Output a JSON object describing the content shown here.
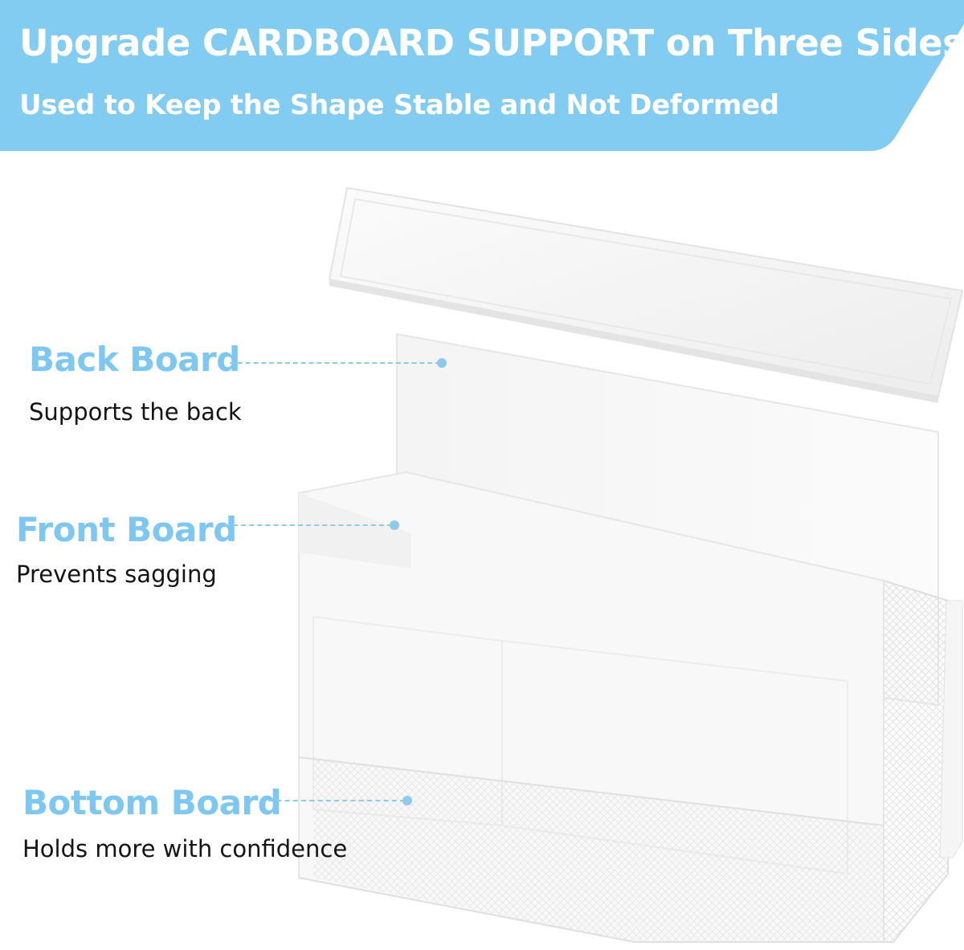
{
  "banner": {
    "headline": "Upgrade CARDBOARD SUPPORT on Three Sides",
    "subline": "Used to Keep the Shape Stable and Not Deformed",
    "color": "#82ccf2"
  },
  "callouts": [
    {
      "title": "Back Board",
      "description": "Supports the back"
    },
    {
      "title": "Front Board",
      "description": "Prevents sagging"
    },
    {
      "title": "Bottom Board",
      "description": "Holds more with confidence"
    }
  ],
  "colors": {
    "accent": "#7ec7f0",
    "text": "#141414",
    "leader": "#8fc9ec"
  }
}
